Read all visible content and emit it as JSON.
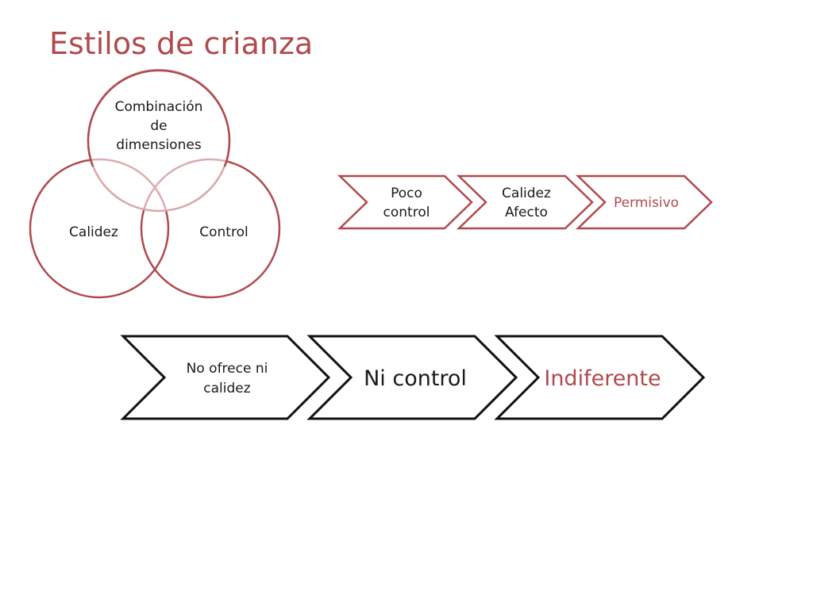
{
  "slide": {
    "title": "Estilos de crianza",
    "colors": {
      "accent": "#b04a4e",
      "venn_top_fill": "#d9a7a9",
      "text_dark": "#1a1a1a",
      "chevron_black": "#111111"
    }
  },
  "venn": {
    "top": [
      "Combinación",
      "de",
      "dimensiones"
    ],
    "left": "Calidez",
    "right": "Control"
  },
  "process_permisivo": {
    "steps": [
      {
        "lines": [
          "Poco",
          "control"
        ]
      },
      {
        "lines": [
          "Calidez",
          "Afecto"
        ]
      },
      {
        "lines": [
          "Permisivo"
        ]
      }
    ]
  },
  "process_indiferente": {
    "steps": [
      {
        "lines": [
          "No ofrece ni",
          "calidez"
        ]
      },
      {
        "lines": [
          "Ni control"
        ]
      },
      {
        "lines": [
          "Indiferente"
        ]
      }
    ]
  }
}
